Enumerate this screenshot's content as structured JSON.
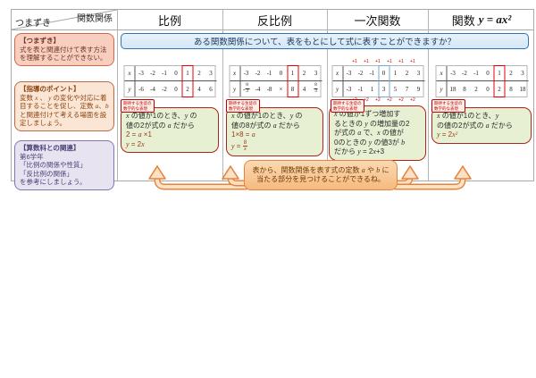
{
  "header": {
    "corner_top": "関数関係",
    "corner_bottom": "つまずき",
    "columns": [
      {
        "label": "比例",
        "formula": ""
      },
      {
        "label": "反比例",
        "formula": ""
      },
      {
        "label": "一次関数",
        "formula": ""
      },
      {
        "label": "関数",
        "formula": "y = ax²"
      }
    ]
  },
  "sidebar": {
    "boxes": [
      {
        "title": "【つまずき】",
        "body": "式を表と関連付けて表す方法を理解することができない。"
      },
      {
        "title": "【指導のポイント】",
        "body": "変数 x 、 y の変化や対応に着目することを促し、定数 a、b と関連付けて考える場面を設定しましょう。"
      },
      {
        "title": "【算数科との関連】",
        "body": "第6学年\n「比例の関係や性質」\n「反比例の関係」\nを参考にしましょう。"
      }
    ]
  },
  "question": "ある関数関係について、表をもとにして式に表すことができますか？",
  "table_var_labels": [
    "x",
    "y"
  ],
  "columns": [
    {
      "name": "比例",
      "table": {
        "x": [
          "-3",
          "-2",
          "-1",
          "0",
          "1",
          "2",
          "3"
        ],
        "y": [
          "-6",
          "-4",
          "-2",
          "0",
          "2",
          "4",
          "6"
        ],
        "highlight_index": 4,
        "highlight": "red"
      },
      "tag": [
        "期待する生徒の",
        "数学的な表現"
      ],
      "callout": [
        {
          "t": "x の値が1のとき、y の",
          "f": false
        },
        {
          "t": "値の2が式の a だから",
          "f": false
        },
        {
          "t": "2 = a ×1",
          "f": true
        },
        {
          "t": "y = 2x",
          "f": true
        }
      ]
    },
    {
      "name": "反比例",
      "table": {
        "x": [
          "-3",
          "-2",
          "-1",
          "0",
          "1",
          "2",
          "3"
        ],
        "y": [
          "-8/3",
          "-4",
          "-8",
          "×",
          "8",
          "4",
          "8/3"
        ],
        "highlight_index": 4,
        "highlight": "red"
      },
      "tag": [
        "期待する生徒の",
        "数学的な表現"
      ],
      "callout": [
        {
          "t": "x の値が1のとき、y の",
          "f": false
        },
        {
          "t": "値の8が式の a だから",
          "f": false
        },
        {
          "t": "1×8 = a",
          "f": true
        },
        {
          "t": "y = 8/x",
          "f": true
        }
      ]
    },
    {
      "name": "一次関数",
      "table": {
        "x": [
          "-3",
          "-2",
          "-1",
          "0",
          "1",
          "2",
          "3"
        ],
        "y": [
          "-3",
          "-1",
          "1",
          "3",
          "5",
          "7",
          "9"
        ],
        "highlight_index": 3,
        "highlight": "blue",
        "delta_top": "+1",
        "delta_bottom": "+2"
      },
      "tag": [
        "期待する生徒の",
        "数学的な表現"
      ],
      "callout": [
        {
          "t": "x の値が1ずつ増加す",
          "f": false
        },
        {
          "t": "るときの y の増加量の2",
          "f": false
        },
        {
          "t": "が式の a で、x の値が",
          "f": false
        },
        {
          "t": "0のときの y の値3が b",
          "f": false
        },
        {
          "t": "だから y = 2x+3",
          "f": false
        }
      ]
    },
    {
      "name": "関数 y = ax²",
      "table": {
        "x": [
          "-3",
          "-2",
          "-1",
          "0",
          "1",
          "2",
          "3"
        ],
        "y": [
          "18",
          "8",
          "2",
          "0",
          "2",
          "8",
          "18"
        ],
        "highlight_index": 4,
        "highlight": "red"
      },
      "tag": [
        "期待する生徒の",
        "数学的な表現"
      ],
      "callout": [
        {
          "t": "x の値が1のとき、y",
          "f": false
        },
        {
          "t": "の値の2が式の a だから",
          "f": false
        },
        {
          "t": "y = 2x²",
          "f": true
        }
      ]
    }
  ],
  "banner": {
    "lines": [
      "表から、関数関係を表す式の定数 a や b に",
      "当たる部分を見つけることができるね。"
    ]
  },
  "colors": {
    "accent_orange": "#E8833A",
    "callout_border": "#B02418",
    "callout_fill": "#E7F0D3",
    "question_border": "#2E75B6",
    "highlight_red": "#E50000",
    "highlight_blue": "#6FA8DC"
  }
}
